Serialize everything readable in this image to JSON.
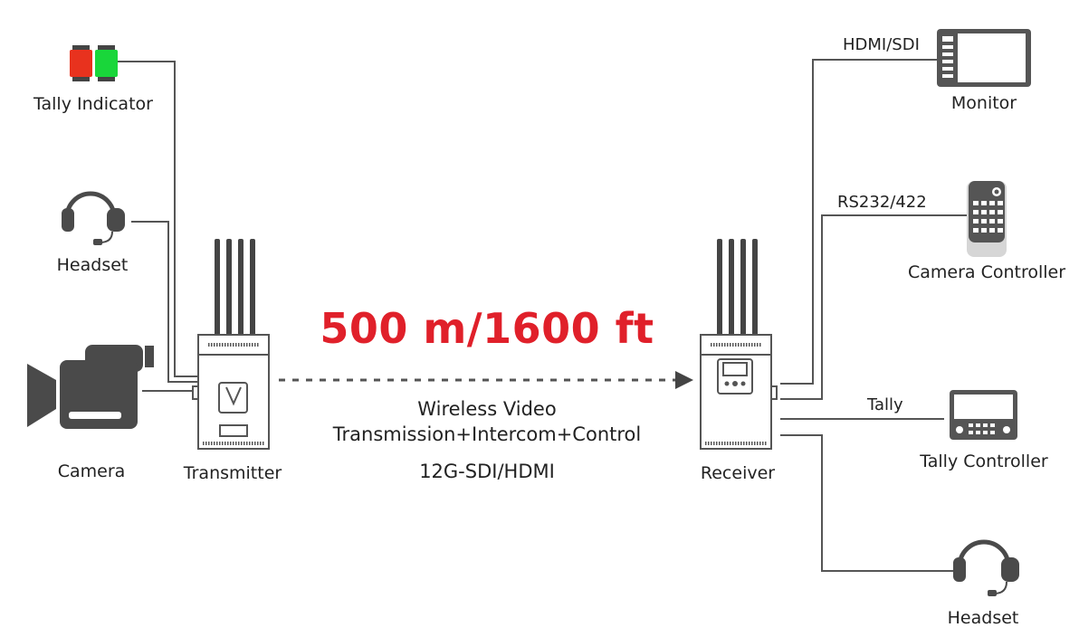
{
  "colors": {
    "accent": "#e0202a",
    "device": "#4a4a4a",
    "line": "#555555",
    "tally_red": "#e8321e",
    "tally_green": "#19d63a"
  },
  "left_devices": {
    "tally_indicator": "Tally Indicator",
    "headset": "Headset",
    "camera": "Camera",
    "transmitter": "Transmitter"
  },
  "link": {
    "distance": "500 m/1600 ft",
    "description_line1": "Wireless Video",
    "description_line2": "Transmission+Intercom+Control",
    "interface": "12G-SDI/HDMI"
  },
  "right_devices": {
    "receiver": "Receiver",
    "monitor": "Monitor",
    "camera_controller": "Camera Controller",
    "tally_controller": "Tally Controller",
    "headset": "Headset"
  },
  "connections": {
    "monitor": "HDMI/SDI",
    "camera_controller": "RS232/422",
    "tally_controller": "Tally"
  }
}
